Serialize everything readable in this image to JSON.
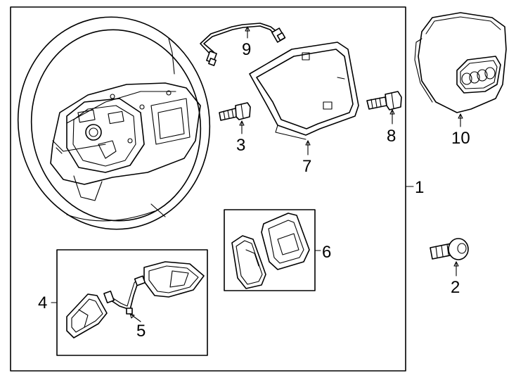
{
  "callouts": {
    "c1": "1",
    "c2": "2",
    "c3": "3",
    "c4": "4",
    "c5": "5",
    "c6": "6",
    "c7": "7",
    "c8": "8",
    "c9": "9",
    "c10": "10"
  },
  "icons": {
    "steering_wheel": "steering-wheel-icon",
    "airbag_module": "airbag-module-icon",
    "bolt": "bolt-icon",
    "trim_cover": "trim-cover-icon",
    "switch_panel": "switch-panel-icon",
    "wire_harness": "wire-harness-icon"
  }
}
